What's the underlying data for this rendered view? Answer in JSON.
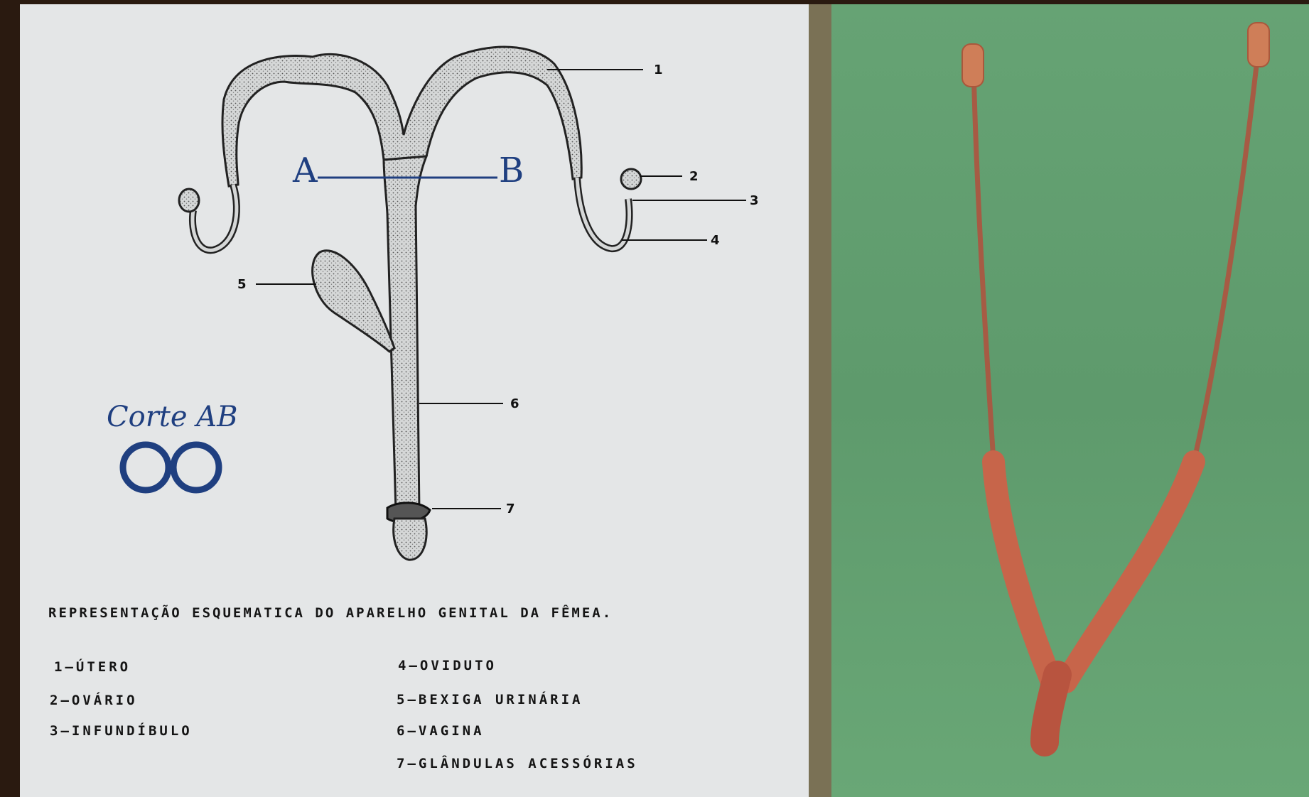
{
  "diagram": {
    "section_label_a": "A",
    "section_label_b": "B",
    "corte_label": "Corte AB",
    "numbers": [
      "1",
      "2",
      "3",
      "4",
      "5",
      "6",
      "7"
    ],
    "caption": "REPRESENTAÇÃO ESQUEMATICA DO APARELHO GENITAL DA FÊMEA.",
    "legend": [
      "1—ÚTERO",
      "2—OVÁRIO",
      "3—INFUNDÍBULO",
      "4—OVIDUTO",
      "5—BEXIGA URINÁRIA",
      "6—VAGINA",
      "7—GLÂNDULAS ACESSÓRIAS"
    ]
  },
  "colors": {
    "drawing_bg": "#e4e6e7",
    "annotation_blue": "#1f3f80",
    "green_sheet": "#66a374",
    "tissue": "#b05a3f"
  }
}
